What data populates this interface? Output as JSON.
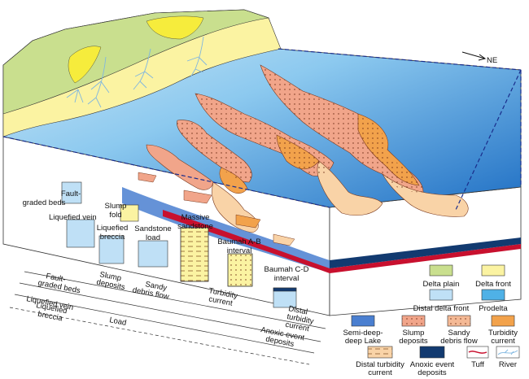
{
  "compass": "NE",
  "facies_labels": {
    "fault_graded_beds": [
      "Fault-",
      "graded beds"
    ],
    "liquefied_vein": "Liquefied vein",
    "slump_fold": [
      "Slump",
      "fold"
    ],
    "liquefied_breccia": [
      "Liquefied",
      "breccia"
    ],
    "sandstone_load": [
      "Sandstone",
      "load"
    ],
    "massive_sandstone": [
      "Massive",
      "sandstone"
    ],
    "baumah_ab": [
      "Baumah A-B",
      "interval"
    ],
    "baumah_cd": [
      "Baumah C-D",
      "interval"
    ]
  },
  "profile_labels": {
    "fault_graded_beds": [
      "Fault-",
      "graded beds"
    ],
    "liquefied_vein": "Liquefied vein",
    "liquefied_breccia": [
      "Liquefied",
      "breccia"
    ],
    "load": "Load",
    "slump_deposits": [
      "Slump",
      "deposits"
    ],
    "sandy_debris_flow": [
      "Sandy",
      "debris flow"
    ],
    "turbidity_current": [
      "Turbidity",
      "current"
    ],
    "distal_turbidity_current": [
      "Distal",
      "turbidity",
      "current"
    ],
    "anoxic_event_deposits": [
      "Anoxic event",
      "deposits"
    ]
  },
  "legend": {
    "delta_plain": {
      "label": [
        "Delta plain"
      ],
      "color": "#c9df8e"
    },
    "delta_front": {
      "label": [
        "Delta front"
      ],
      "color": "#fbf3a2"
    },
    "distal_delta_front": {
      "label": [
        "Distal delta front"
      ],
      "color": "#bfe0f6"
    },
    "prodelta": {
      "label": [
        "Prodelta"
      ],
      "color": "#4fb1e6"
    },
    "semi_deep_lake": {
      "label": [
        "Semi-deep-",
        "deep Lake"
      ],
      "color": "#4a7fd0"
    },
    "slump_deposits": {
      "label": [
        "Slump",
        "deposits"
      ],
      "color": "#f1a58a"
    },
    "sandy_debris_flow": {
      "label": [
        "Sandy",
        "debris flow"
      ],
      "color": "#f4b995"
    },
    "turbidity_current": {
      "label": [
        "Turbidity",
        "current"
      ],
      "color": "#f2a24b"
    },
    "distal_turbidity_current": {
      "label": [
        "Distal turbidity",
        "current"
      ],
      "color": "#f9d3a7"
    },
    "anoxic_event_deposits": {
      "label": [
        "Anoxic event",
        "deposits"
      ],
      "color": "#123a70"
    },
    "tuff": {
      "label": [
        "Tuff"
      ],
      "color": "#c8102e"
    },
    "river": {
      "label": [
        "River"
      ],
      "color": "#7fb6e0"
    }
  }
}
